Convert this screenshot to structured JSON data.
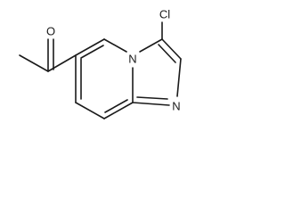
{
  "molecule": {
    "atoms": {
      "carbonyl_oxygen": "O",
      "ring_nitrogen_bridge": "N",
      "ring_nitrogen_imidazole": "N",
      "chlorine": "Cl"
    }
  }
}
